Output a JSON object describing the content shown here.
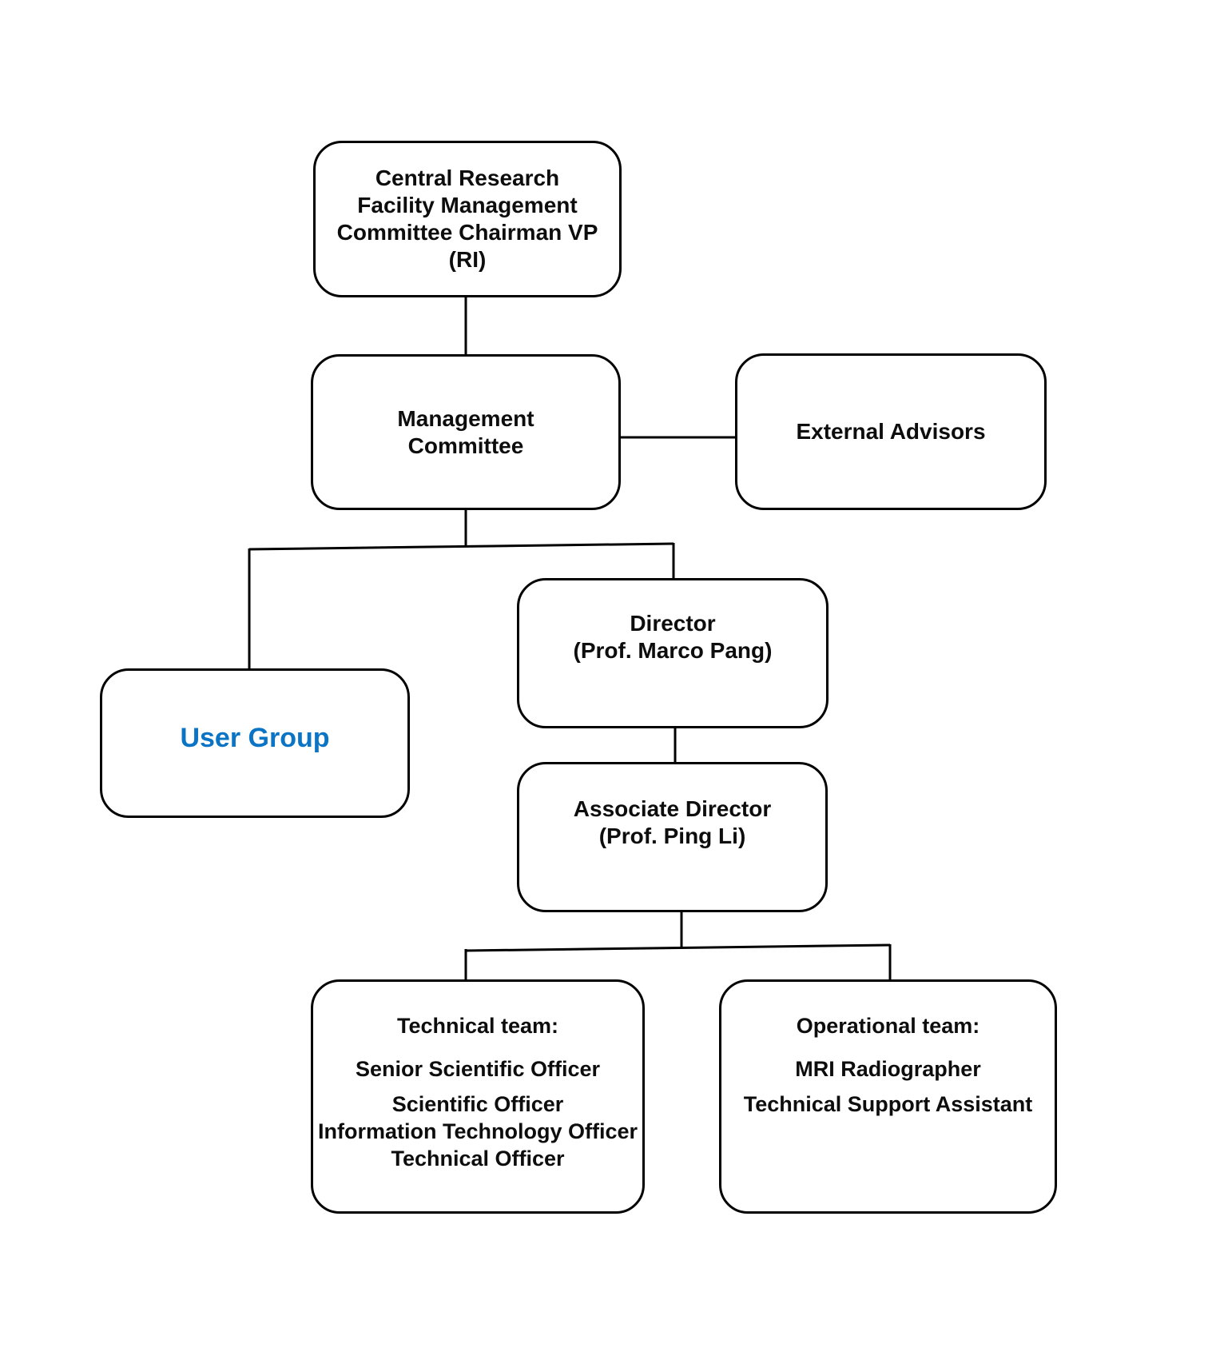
{
  "colors": {
    "background": "#ffffff",
    "box_border": "#000000",
    "connector": "#000000",
    "text": "#0d0d0d",
    "user_group_blue": "#0b74c4"
  },
  "nodes": {
    "chairman": {
      "lines": [
        "Central Research",
        "Facility Management",
        "Committee Chairman VP",
        "(RI)"
      ]
    },
    "management_committee": {
      "lines": [
        "Management",
        "Committee"
      ]
    },
    "external_advisors": {
      "lines": [
        "External Advisors"
      ]
    },
    "user_group": {
      "label": "User Group"
    },
    "director": {
      "lines": [
        "Director",
        "(Prof. Marco Pang)"
      ]
    },
    "associate_director": {
      "lines": [
        "Associate Director",
        "(Prof. Ping Li)"
      ]
    },
    "technical_team": {
      "heading": "Technical team:",
      "members": [
        "Senior Scientific Officer",
        "Scientific Officer",
        "Information Technology Officer",
        "Technical Officer"
      ]
    },
    "operational_team": {
      "heading": "Operational team:",
      "members": [
        "MRI Radiographer",
        "Technical Support Assistant"
      ]
    }
  }
}
